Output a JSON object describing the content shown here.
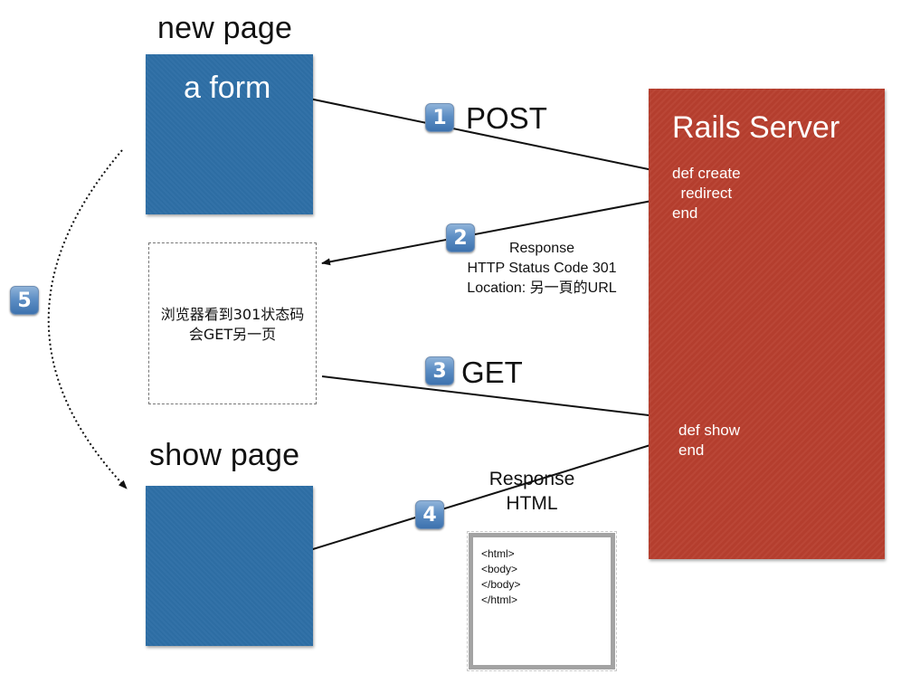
{
  "new_page": {
    "title": "new page",
    "form_label": "a form"
  },
  "show_page": {
    "title": "show page"
  },
  "server": {
    "title": "Rails Server",
    "create_code": [
      "def create",
      "  redirect",
      "end"
    ],
    "show_code": [
      "def show",
      "end"
    ]
  },
  "browser": {
    "lines": [
      "浏览器看到301状态码",
      "会GET另一页"
    ]
  },
  "steps": [
    {
      "number": "1",
      "label": "POST"
    },
    {
      "number": "2",
      "label": ""
    },
    {
      "number": "3",
      "label": "GET"
    },
    {
      "number": "4",
      "label": ""
    },
    {
      "number": "5",
      "label": ""
    }
  ],
  "redirect_response": {
    "lines": [
      "Response",
      "HTTP Status Code 301",
      "Location: 另一頁的URL"
    ]
  },
  "html_response": {
    "lines": [
      "Response",
      "HTML"
    ]
  },
  "html_doc": {
    "lines": [
      "<html>",
      "<body>",
      "</body>",
      "</html>"
    ]
  },
  "colors": {
    "page_box": "#2e6fa6",
    "server_box": "#b8402f",
    "badge": "#5e8fc5"
  }
}
